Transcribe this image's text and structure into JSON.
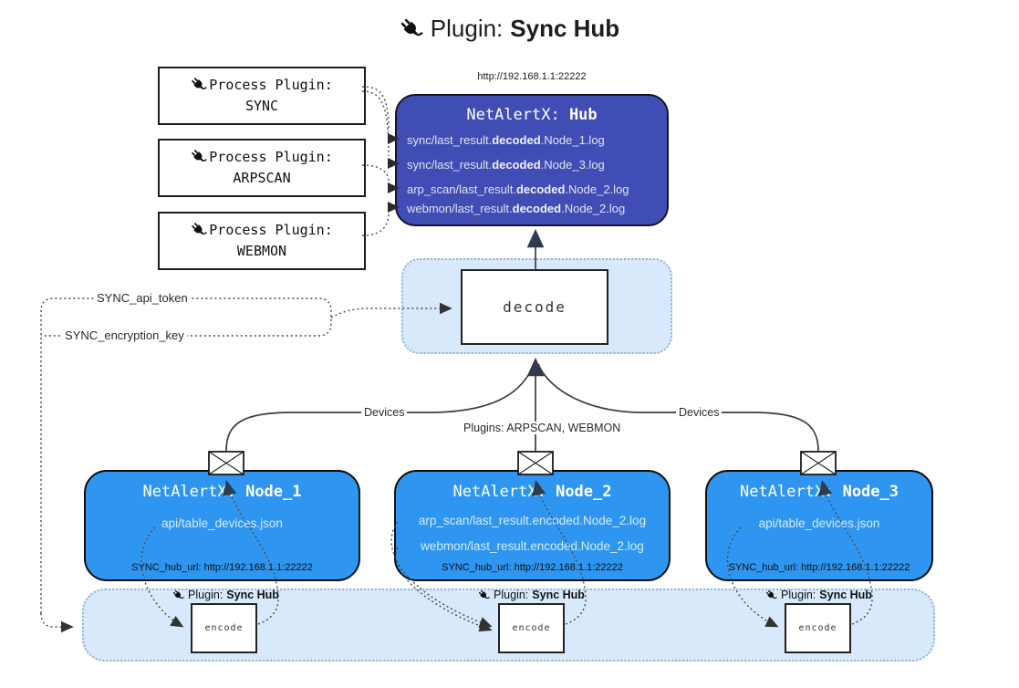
{
  "title": {
    "prefix": "Plugin: ",
    "name": "Sync Hub"
  },
  "hub": {
    "url": "http://192.168.1.1:22222",
    "title_prefix": "NetAlertX: ",
    "title_name": "Hub",
    "logs": [
      {
        "pre": "sync/last_result.",
        "bold": "decoded",
        "post": ".Node_1.log"
      },
      {
        "pre": "sync/last_result.",
        "bold": "decoded",
        "post": ".Node_3.log"
      },
      {
        "pre": "arp_scan/last_result.",
        "bold": "decoded",
        "post": ".Node_2.log"
      },
      {
        "pre": "webmon/last_result.",
        "bold": "decoded",
        "post": ".Node_2.log"
      }
    ]
  },
  "process_plugins": [
    {
      "label": "Process Plugin:",
      "name": "SYNC"
    },
    {
      "label": "Process Plugin:",
      "name": "ARPSCAN"
    },
    {
      "label": "Process Plugin:",
      "name": "WEBMON"
    }
  ],
  "decode": {
    "label": "decode"
  },
  "encode": {
    "label": "encode",
    "badge_prefix": "Plugin: ",
    "badge_name": "Sync Hub"
  },
  "settings": {
    "api_token": "SYNC_api_token",
    "encryption_key": "SYNC_encryption_key"
  },
  "edges": {
    "devices_left": "Devices",
    "devices_right": "Devices",
    "plugins_mid": "Plugins: ARPSCAN, WEBMON"
  },
  "nodes": [
    {
      "title_prefix": "NetAlertX: ",
      "title_name": "Node_1",
      "files": [
        "api/table_devices.json"
      ],
      "hub_url": "SYNC_hub_url: http://192.168.1.1:22222"
    },
    {
      "title_prefix": "NetAlertX: ",
      "title_name": "Node_2",
      "files": [
        "arp_scan/last_result.encoded.Node_2.log",
        "webmon/last_result.encoded.Node_2.log"
      ],
      "hub_url": "SYNC_hub_url: http://192.168.1.1:22222"
    },
    {
      "title_prefix": "NetAlertX: ",
      "title_name": "Node_3",
      "files": [
        "api/table_devices.json"
      ],
      "hub_url": "SYNC_hub_url: http://192.168.1.1:22222"
    }
  ],
  "colors": {
    "hub_fill": "#3f4db5",
    "node_fill": "#2e96f0",
    "panel_fill": "#d8e9fb",
    "panel_border": "#90b6dc",
    "arrow_navy": "#2e3c50"
  }
}
